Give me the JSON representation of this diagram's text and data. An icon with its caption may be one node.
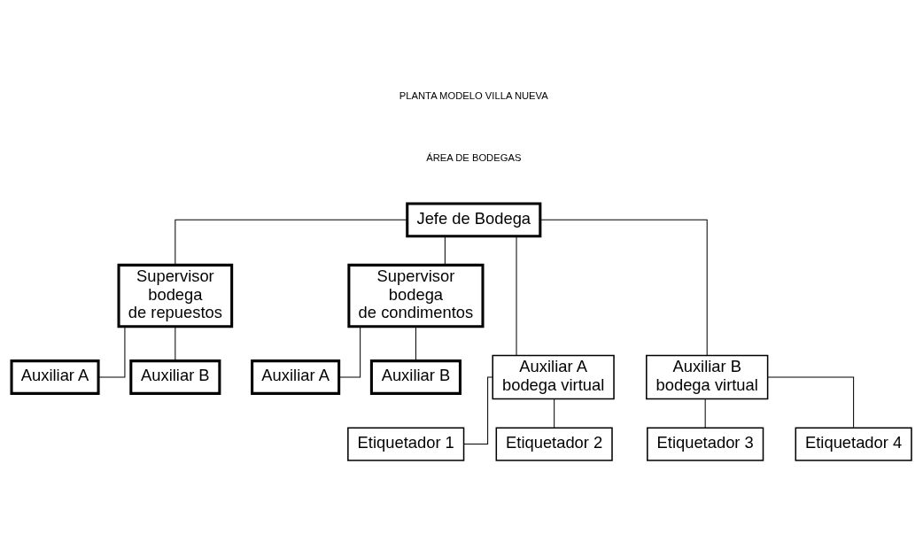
{
  "diagram": {
    "nodes": [
      {
        "text": [
          "Jefe de Bodega"
        ]
      },
      {
        "text": [
          "Supervisor bodega de repuestos"
        ]
      },
      {
        "text": [
          "Supervisor bodega de condimentos"
        ]
      },
      {
        "text": [
          "Auxiliar A"
        ]
      },
      {
        "text": [
          "Auxiliar B"
        ]
      },
      {
        "text": [
          "Auxiliar A"
        ]
      },
      {
        "text": [
          "Auxiliar B"
        ]
      },
      {
        "text": [
          "Auxiliar A bodega virtual"
        ]
      },
      {
        "text": [
          "Auxiliar B bodega virtual"
        ]
      },
      {
        "text": [
          "Etiquetador 1"
        ]
      },
      {
        "text": [
          "Etiquetador 2"
        ]
      },
      {
        "text": [
          "Etiquetador 3"
        ]
      },
      {
        "text": [
          "Etiquetador 4"
        ]
      }
    ],
    "edges": [
      {
        "from": 0,
        "to": 1,
        "arrow": "none"
      },
      {
        "from": 0,
        "to": 2,
        "arrow": "none"
      },
      {
        "from": 1,
        "to": 3,
        "arrow": "none"
      },
      {
        "from": 1,
        "to": 4,
        "arrow": "none"
      },
      {
        "from": 2,
        "to": 5,
        "arrow": "none"
      },
      {
        "from": 2,
        "to": 6,
        "arrow": "none"
      },
      {
        "from": 0,
        "to": 7,
        "arrow": "none"
      },
      {
        "from": 0,
        "to": 8,
        "arrow": "none"
      },
      {
        "from": 7,
        "to": 9,
        "arrow": "none"
      },
      {
        "from": 7,
        "to": 10,
        "arrow": "none"
      },
      {
        "from": 8,
        "to": 11,
        "arrow": "none"
      },
      {
        "from": 8,
        "to": 12,
        "arrow": "none"
      }
    ],
    "labels": [
      "PLANTA MODELO VILLA NUEVA",
      "ÁREA DE BODEGAS"
    ]
  }
}
